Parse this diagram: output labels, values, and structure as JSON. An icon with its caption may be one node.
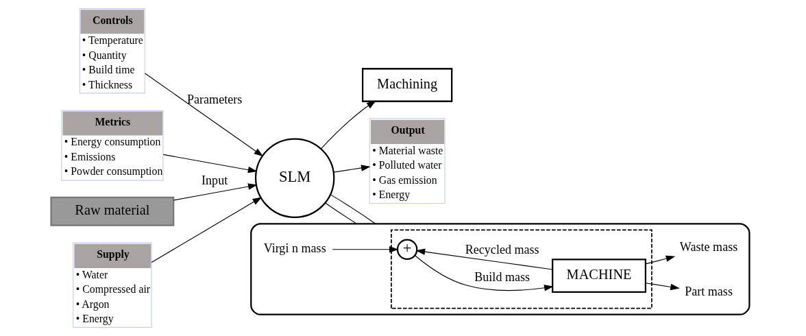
{
  "diagram": {
    "nodes": [
      {
        "text": [
          "Controls",
          "• Temperature",
          "• Quantity",
          "• Build time",
          "• Thickness"
        ]
      },
      {
        "text": [
          "Metrics",
          "• Energy consumption",
          "• Emissions",
          "• Powder consumption"
        ]
      },
      {
        "text": [
          "Raw material"
        ]
      },
      {
        "text": [
          "Supply",
          "• Water",
          "• Compressed air",
          "• Argon",
          "• Energy"
        ]
      },
      {
        "text": [
          "SLM"
        ]
      },
      {
        "text": [
          "Machining"
        ]
      },
      {
        "text": [
          "Output",
          "• Material waste",
          "• Polluted water",
          "• Gas emission",
          "• Energy"
        ]
      },
      {
        "text": [],
        "shape": "ellipse"
      },
      {
        "text": [],
        "shape": "box",
        "in": 7
      },
      {
        "text": [
          "Virgi n mass"
        ],
        "in": 7
      },
      {
        "text": [
          "+"
        ],
        "in": 8
      },
      {
        "text": [
          "MACHINE"
        ],
        "in": 8
      },
      {
        "text": [
          "Part mass"
        ],
        "in": 7
      },
      {
        "text": [
          "Waste mass"
        ],
        "in": 7
      }
    ],
    "edges": [
      {
        "from": 0,
        "to": 4,
        "arrow": "to",
        "label": "Parameters"
      },
      {
        "from": 1,
        "to": 4,
        "arrow": "to"
      },
      {
        "from": 2,
        "to": 4,
        "arrow": "to",
        "label": "Input"
      },
      {
        "from": 3,
        "to": 4,
        "arrow": "to"
      },
      {
        "from": 4,
        "to": 5,
        "arrow": "to"
      },
      {
        "from": 4,
        "to": 6,
        "arrow": "to"
      },
      {
        "from": 4,
        "to": 7,
        "arrow": "none"
      },
      {
        "from": 4,
        "to": 7,
        "arrow": "none"
      },
      {
        "from": 9,
        "to": 10,
        "arrow": "to"
      },
      {
        "from": 10,
        "to": 11,
        "arrow": "to",
        "label": "Build mass"
      },
      {
        "from": 11,
        "to": 12,
        "arrow": "to"
      },
      {
        "from": 11,
        "to": 13,
        "arrow": "to"
      },
      {
        "from": 11,
        "to": 10,
        "arrow": "to",
        "label": "Recycled mass"
      }
    ]
  }
}
